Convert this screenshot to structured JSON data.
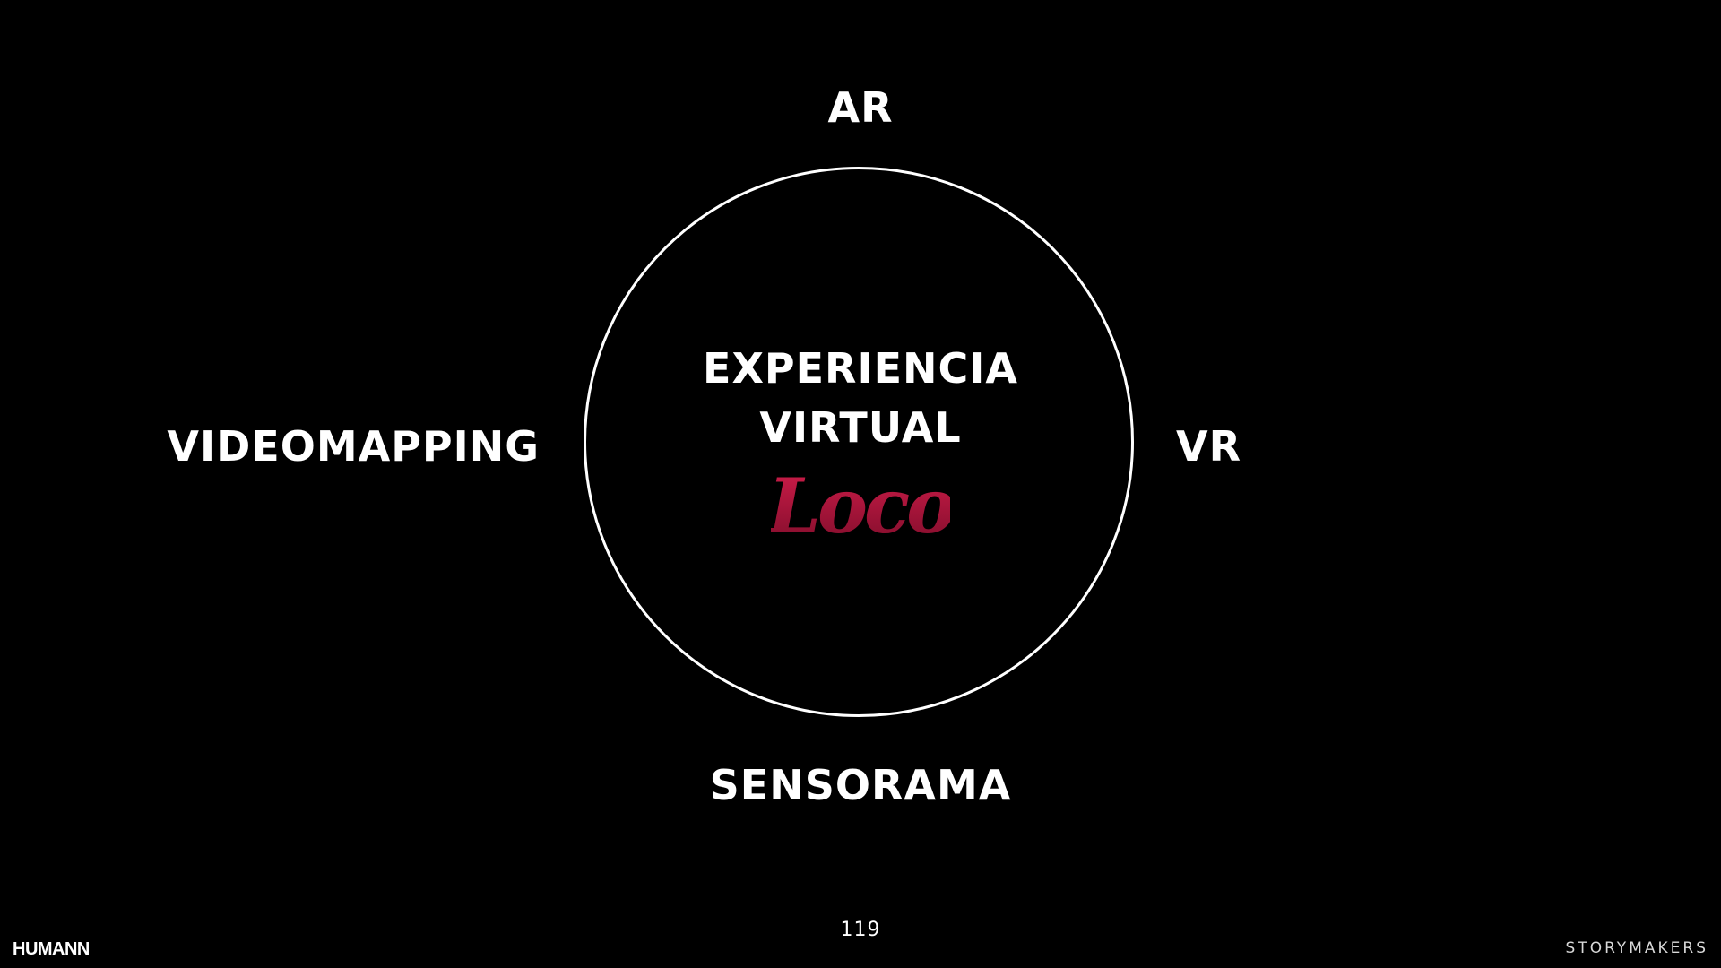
{
  "diagram": {
    "top_label": "AR",
    "left_label": "VIDEOMAPPING",
    "right_label": "VR",
    "bottom_label": "SENSORAMA",
    "center": {
      "line1": "EXPERIENCIA",
      "line2": "VIRTUAL",
      "logo_text": "Loco",
      "logo_color": "#b5163f"
    }
  },
  "footer": {
    "page_number": "119",
    "left_brand": "HUMANN",
    "right_brand": "STORYMAKERS"
  },
  "colors": {
    "background": "#000000",
    "text": "#ffffff",
    "accent": "#b5163f"
  }
}
